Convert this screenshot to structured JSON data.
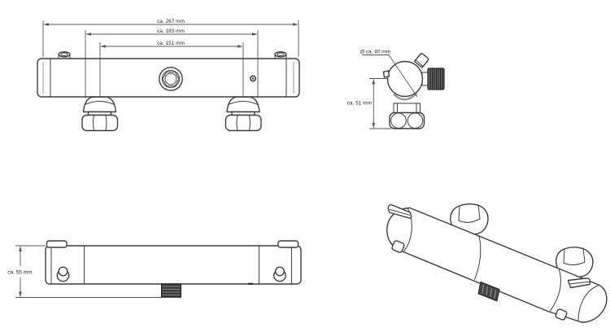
{
  "meta": {
    "colors": {
      "background": "#ffffff",
      "line": "#3d3d3d",
      "dimension": "#555555",
      "thread_dark": "#2e2e2e",
      "thread_mid": "#6a6a6a"
    }
  },
  "views": {
    "front": {
      "dim_outer": "ca. 267 mm",
      "dim_connectors": "ca. 183 mm",
      "dim_centers": "ca. 151 mm"
    },
    "side": {
      "dim_diameter": "Ø ca. 40 mm",
      "dim_height": "ca. 51 mm"
    },
    "top": {
      "dim_depth": "ca. 55 mm"
    }
  }
}
